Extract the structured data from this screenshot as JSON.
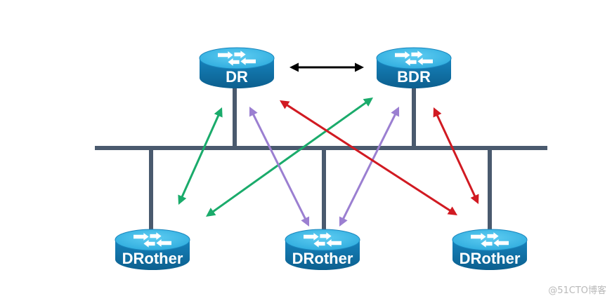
{
  "routers": [
    {
      "id": "dr",
      "label": "DR"
    },
    {
      "id": "bdr",
      "label": "BDR"
    },
    {
      "id": "drother1",
      "label": "DRother"
    },
    {
      "id": "drother2",
      "label": "DRother"
    },
    {
      "id": "drother3",
      "label": "DRother"
    }
  ],
  "links": [
    {
      "from": "dr",
      "to": "bdr",
      "color": "#000000"
    },
    {
      "from": "dr",
      "to": "drother1",
      "color": "#1aab6b"
    },
    {
      "from": "bdr",
      "to": "drother1",
      "color": "#1aab6b"
    },
    {
      "from": "dr",
      "to": "drother2",
      "color": "#9b7fd1"
    },
    {
      "from": "bdr",
      "to": "drother2",
      "color": "#9b7fd1"
    },
    {
      "from": "dr",
      "to": "drother3",
      "color": "#d11a22"
    },
    {
      "from": "bdr",
      "to": "drother3",
      "color": "#d11a22"
    }
  ],
  "colors": {
    "bus": "#4a5a6e",
    "router_top": "#35b6e6",
    "router_side": "#1174a8",
    "router_label": "#ffffff"
  },
  "watermark": "@51CTO博客"
}
